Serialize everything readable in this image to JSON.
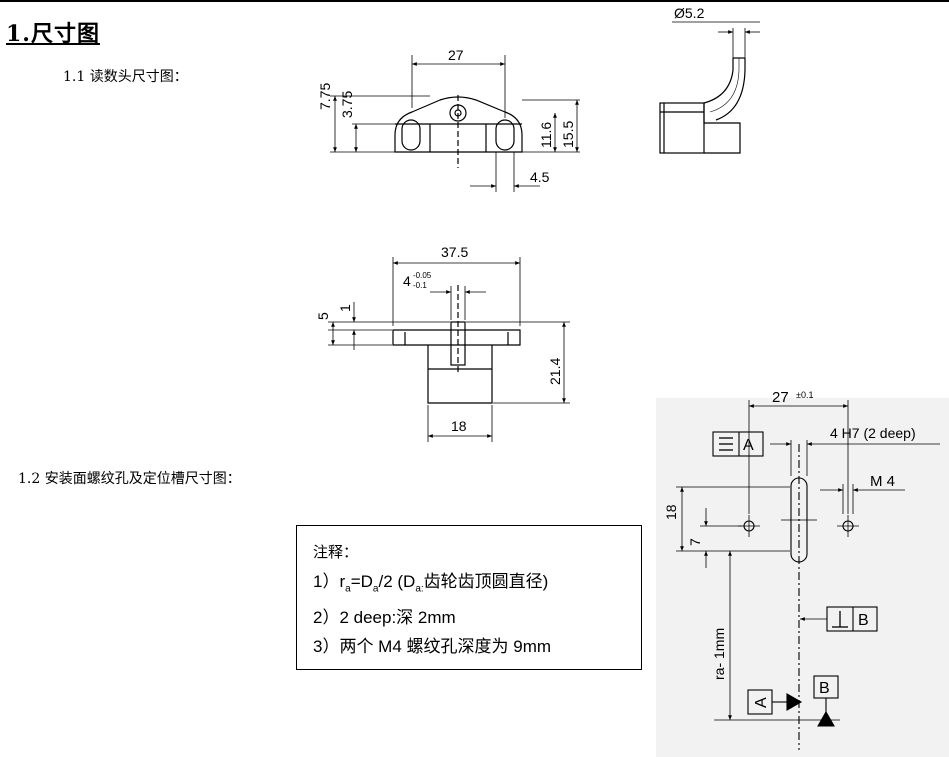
{
  "section": {
    "title": "1.尺寸图"
  },
  "sub1": "1.1 读数头尺寸图：",
  "sub2": "1.2 安装面螺纹孔及定位槽尺寸图：",
  "dims_top": {
    "width": "27",
    "h1": "7.75",
    "h2": "3.75",
    "h3": "11.6",
    "h4": "15.5",
    "slot": "4.5"
  },
  "dims_side": {
    "dia": "Ø5.2"
  },
  "dims_bottom": {
    "width": "37.5",
    "tab": "4",
    "tol_up": "-0.05",
    "tol_low": "-0.1",
    "h5": "5",
    "h1": "1",
    "h21": "21.4",
    "base": "18"
  },
  "mount": {
    "w27": "27",
    "w27_tol": "±0.1",
    "hole": "4 H7 (2 deep)",
    "thread": "M 4",
    "v18": "18",
    "v7": "7",
    "ra": "ra- 1mm",
    "datumA": "A",
    "datumB": "B",
    "flat": "⌯",
    "perp": "⊥"
  },
  "notes": {
    "title": "注释：",
    "l1_pre": "1）r",
    "l1_a": "a",
    "l1_mid": "=D",
    "l1_a2": "a",
    "l1_mid2": "/2 (D",
    "l1_a3": "a:",
    "l1_tail": "齿轮齿顶圆直径)",
    "l2": "2）2 deep:深 2mm",
    "l3": "3）两个 M4 螺纹孔深度为 9mm"
  }
}
